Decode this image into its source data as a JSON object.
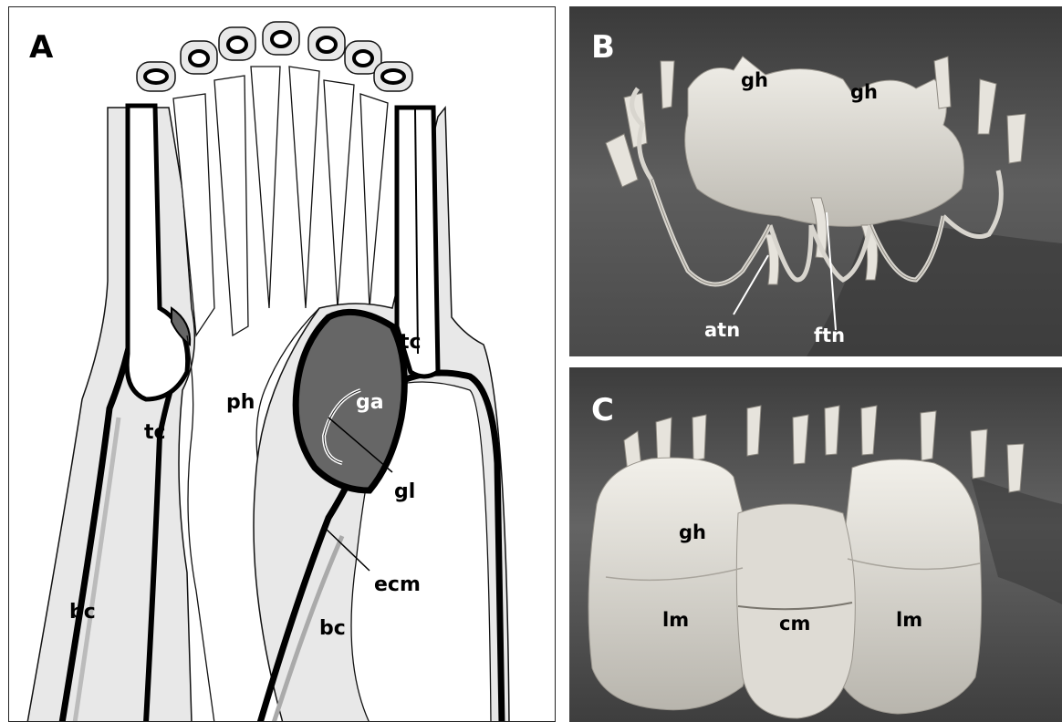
{
  "panels": {
    "a": {
      "letter": "A",
      "labels": {
        "ph": "ph",
        "tc_upper": "tc",
        "tc_lower": "tc",
        "ga": "ga",
        "gl": "gl",
        "ecm": "ecm",
        "bc_left": "bc",
        "bc_right": "bc"
      }
    },
    "b": {
      "letter": "B",
      "labels": {
        "gh_left": "gh",
        "gh_right": "gh",
        "atn": "atn",
        "ftn": "ftn"
      }
    },
    "c": {
      "letter": "C",
      "labels": {
        "gh": "gh",
        "lm_left": "lm",
        "cm": "cm",
        "lm_right": "lm"
      }
    }
  },
  "colors": {
    "ecm_layer": "#000000",
    "epidermis": "#e8e8e8",
    "ganglion": "#666666",
    "render_background": "#5a5a5a",
    "render_model": "#e2e0da"
  }
}
